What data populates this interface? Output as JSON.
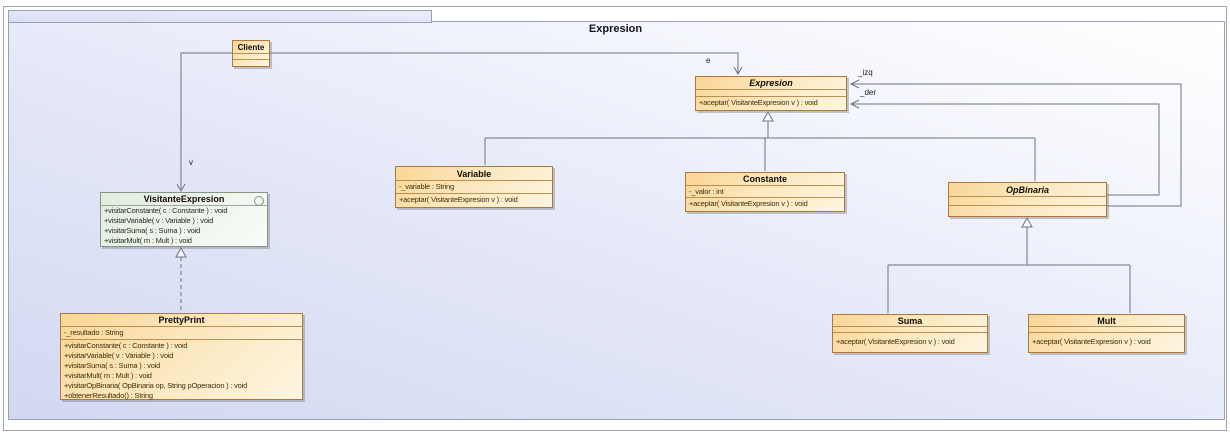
{
  "frame": {
    "title": "Expresion"
  },
  "colors": {
    "panel_top_right": "#ffffff",
    "panel_bottom_left": "#d2d8f2",
    "class_fill_from": "#fad596",
    "class_fill_to": "#fdf5e0",
    "class_border": "#ab7a34",
    "interface_fill": "#eef4ec",
    "interface_border": "#84987f",
    "connector": "#70727f"
  },
  "classes": {
    "cliente": {
      "name": "Cliente"
    },
    "expresion": {
      "name": "Expresion",
      "abstract": true,
      "methods": [
        "+aceptar( VisitanteExpresion v ) : void"
      ]
    },
    "variable": {
      "name": "Variable",
      "attributes": [
        "-_variable : String"
      ],
      "methods": [
        "+aceptar( VisitanteExpresion v ) : void"
      ]
    },
    "constante": {
      "name": "Constante",
      "attributes": [
        "-_valor : int"
      ],
      "methods": [
        "+aceptar( VisitanteExpresion v ) : void"
      ]
    },
    "opbinaria": {
      "name": "OpBinaria",
      "abstract": true
    },
    "suma": {
      "name": "Suma",
      "methods": [
        "+aceptar( VisitanteExpresion v ) : void"
      ]
    },
    "mult": {
      "name": "Mult",
      "methods": [
        "+aceptar( VisitanteExpresion v ) : void"
      ]
    },
    "visitante": {
      "name": "VisitanteExpresion",
      "interface": true,
      "methods": [
        "+visitarConstante( c : Constante ) : void",
        "+visitarVariable( v : Variable ) : void",
        "+visitarSuma( s : Suma ) : void",
        "+visitarMult( m : Mult ) : void"
      ]
    },
    "prettyprint": {
      "name": "PrettyPrint",
      "attributes": [
        "-_resultado : String"
      ],
      "methods": [
        "+visitarConstante( c : Constante ) : void",
        "+visitarVariable( v : Variable ) : void",
        "+visitarSuma( s : Suma ) : void",
        "+visitarMult( m : Mult ) : void",
        "+visitarOpBinaria( OpBinaria op, String pOperacion ) : void",
        "+obtenerResultado() : String"
      ]
    }
  },
  "edge_labels": {
    "e": "e",
    "v": "v",
    "izq": "_izq",
    "der": "_der"
  }
}
